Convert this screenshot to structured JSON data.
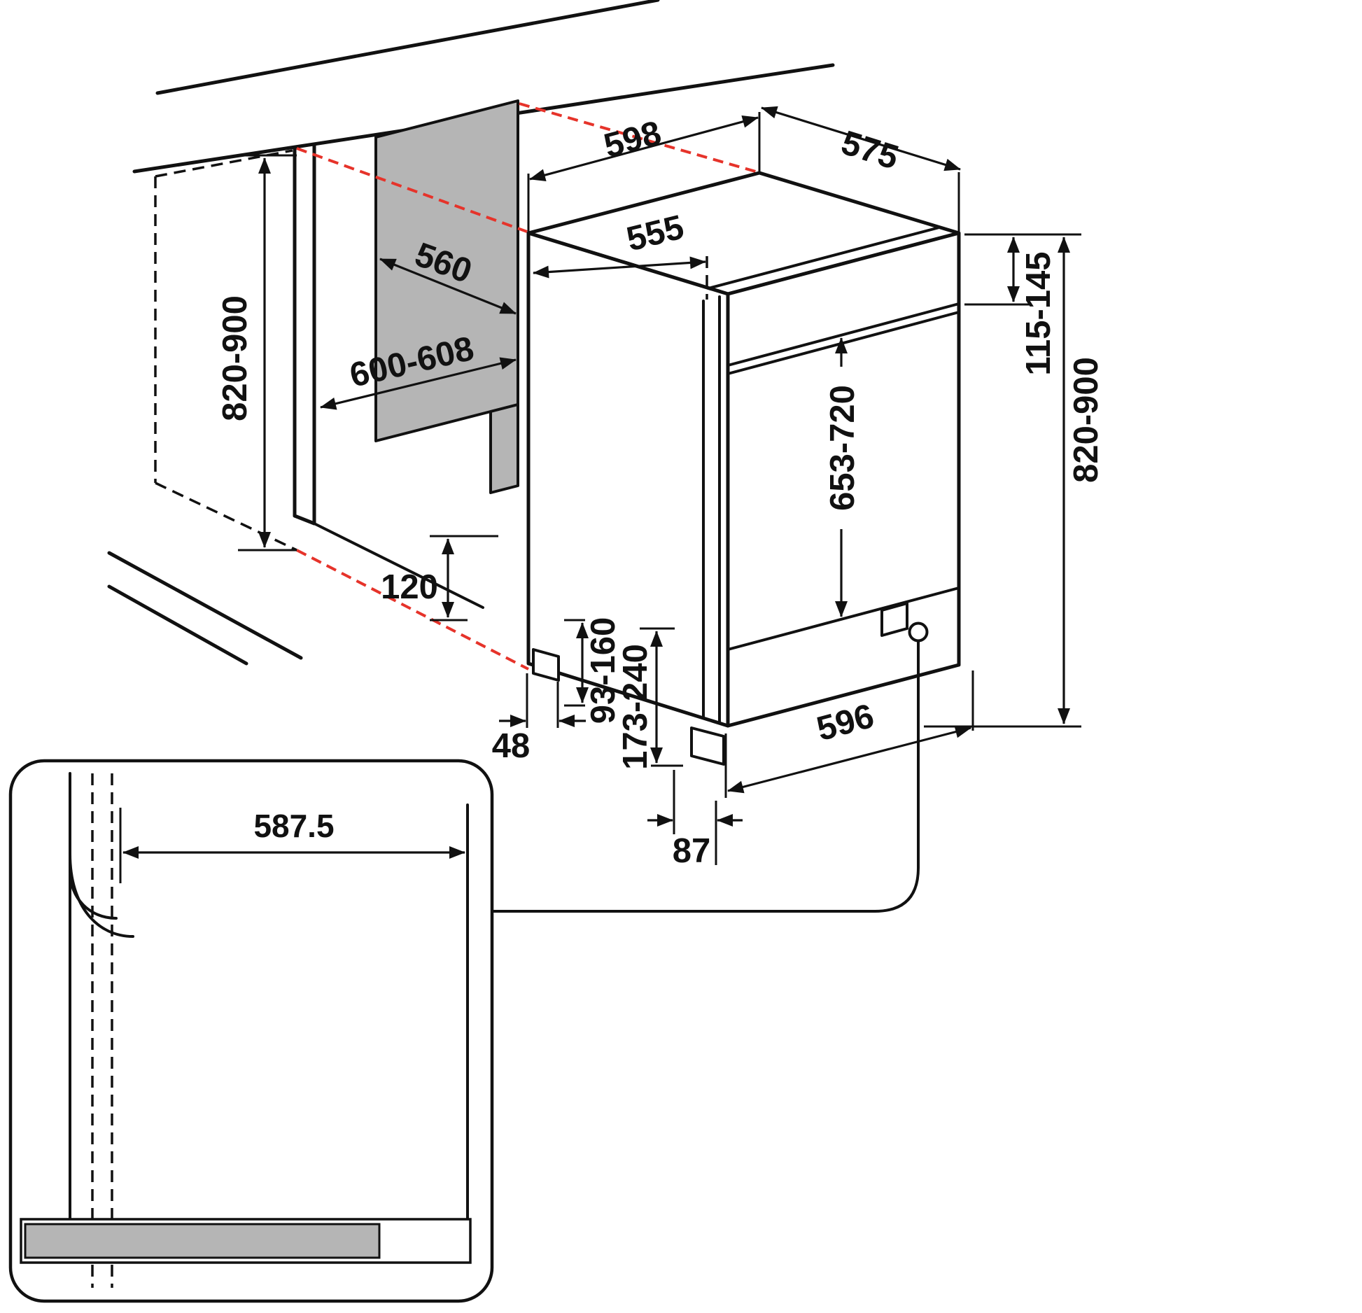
{
  "labels": {
    "top_width": "598",
    "top_depth": "575",
    "tub_width": "555",
    "panel_width": "560",
    "niche_width": "600-608",
    "niche_height": "820-900",
    "worktop_gap": "115-145",
    "unit_height": "820-900",
    "door_height": "653-720",
    "plinth_recess": "120",
    "plinth_depth": "48",
    "foot_range_front": "93-160",
    "foot_range_rear": "173-240",
    "base_width": "596",
    "foot_inset": "87",
    "furniture_panel_width": "587.5"
  },
  "colors": {
    "line": "#111111",
    "alignment_dash": "#e6332a",
    "panel_fill": "#b5b5b5",
    "background": "#ffffff"
  }
}
